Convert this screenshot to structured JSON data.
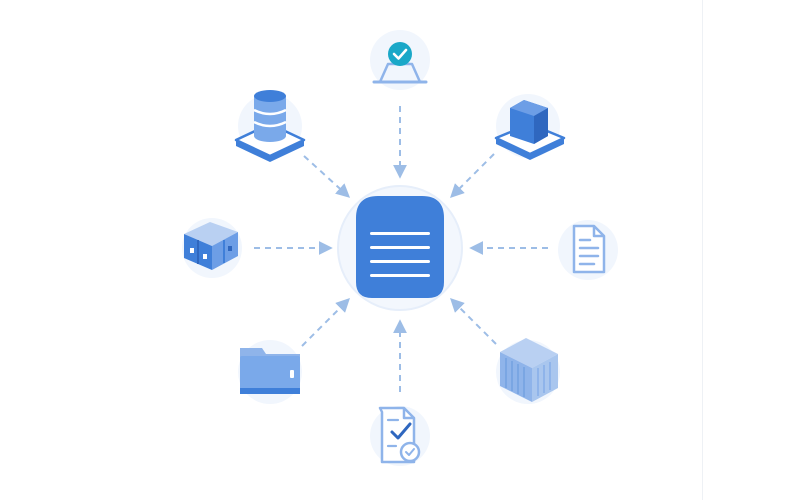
{
  "colors": {
    "primary": "#3f7fd9",
    "primary_dark": "#2f67bf",
    "light": "#8fb4ea",
    "lighter": "#b9d0f2",
    "halo": "#eef4fc",
    "check": "#1aa8c8",
    "arrow": "#9dbde6"
  },
  "diagram": {
    "hub": {
      "icon": "document-list-icon"
    },
    "nodes": [
      {
        "id": "top",
        "icon": "laptop-check-icon"
      },
      {
        "id": "top-right",
        "icon": "server-block-icon"
      },
      {
        "id": "right",
        "icon": "document-icon"
      },
      {
        "id": "bottom-right",
        "icon": "shipping-container-icon"
      },
      {
        "id": "bottom",
        "icon": "checklist-document-icon"
      },
      {
        "id": "bottom-left",
        "icon": "folder-icon"
      },
      {
        "id": "left",
        "icon": "storage-building-icon"
      },
      {
        "id": "top-left",
        "icon": "database-icon"
      }
    ],
    "edges": [
      {
        "from": "top",
        "to": "hub",
        "style": "dashed"
      },
      {
        "from": "top-right",
        "to": "hub",
        "style": "dashed"
      },
      {
        "from": "right",
        "to": "hub",
        "style": "dashed"
      },
      {
        "from": "bottom-right",
        "to": "hub",
        "style": "dashed"
      },
      {
        "from": "bottom",
        "to": "hub",
        "style": "dashed"
      },
      {
        "from": "bottom-left",
        "to": "hub",
        "style": "dashed"
      },
      {
        "from": "left",
        "to": "hub",
        "style": "dashed"
      },
      {
        "from": "top-left",
        "to": "hub",
        "style": "dashed"
      }
    ]
  }
}
